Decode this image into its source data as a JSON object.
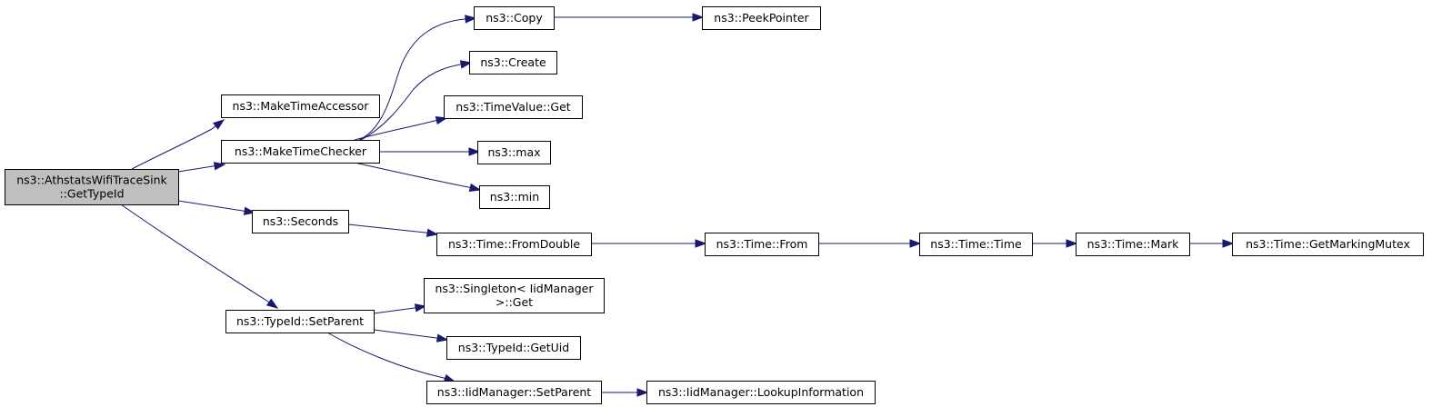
{
  "diagram": {
    "type": "call-graph",
    "colors": {
      "edge": "#191970",
      "node_border": "#000000",
      "node_fill": "#ffffff",
      "root_fill": "#bfbfbf"
    },
    "nodes": [
      {
        "id": "root",
        "lines": [
          "ns3::AthstatsWifiTraceSink",
          "::GetTypeId"
        ],
        "highlighted": true
      },
      {
        "id": "makeTimeAccessor",
        "lines": [
          "ns3::MakeTimeAccessor"
        ]
      },
      {
        "id": "makeTimeChecker",
        "lines": [
          "ns3::MakeTimeChecker"
        ]
      },
      {
        "id": "seconds",
        "lines": [
          "ns3::Seconds"
        ]
      },
      {
        "id": "setParent",
        "lines": [
          "ns3::TypeId::SetParent"
        ]
      },
      {
        "id": "copy",
        "lines": [
          "ns3::Copy"
        ]
      },
      {
        "id": "peekPointer",
        "lines": [
          "ns3::PeekPointer"
        ]
      },
      {
        "id": "create",
        "lines": [
          "ns3::Create"
        ]
      },
      {
        "id": "timeValueGet",
        "lines": [
          "ns3::TimeValue::Get"
        ]
      },
      {
        "id": "max",
        "lines": [
          "ns3::max"
        ]
      },
      {
        "id": "min",
        "lines": [
          "ns3::min"
        ]
      },
      {
        "id": "fromDouble",
        "lines": [
          "ns3::Time::FromDouble"
        ]
      },
      {
        "id": "from",
        "lines": [
          "ns3::Time::From"
        ]
      },
      {
        "id": "timeTime",
        "lines": [
          "ns3::Time::Time"
        ]
      },
      {
        "id": "mark",
        "lines": [
          "ns3::Time::Mark"
        ]
      },
      {
        "id": "getMarkingMutex",
        "lines": [
          "ns3::Time::GetMarkingMutex"
        ]
      },
      {
        "id": "singletonGet",
        "lines": [
          "ns3::Singleton< IidManager",
          ">::Get"
        ]
      },
      {
        "id": "getUid",
        "lines": [
          "ns3::TypeId::GetUid"
        ]
      },
      {
        "id": "iidSetParent",
        "lines": [
          "ns3::IidManager::SetParent"
        ]
      },
      {
        "id": "lookupInformation",
        "lines": [
          "ns3::IidManager::LookupInformation"
        ]
      }
    ],
    "edges": [
      {
        "from": "root",
        "to": "makeTimeAccessor"
      },
      {
        "from": "root",
        "to": "makeTimeChecker"
      },
      {
        "from": "root",
        "to": "seconds"
      },
      {
        "from": "root",
        "to": "setParent"
      },
      {
        "from": "makeTimeChecker",
        "to": "copy"
      },
      {
        "from": "makeTimeChecker",
        "to": "create"
      },
      {
        "from": "makeTimeChecker",
        "to": "timeValueGet"
      },
      {
        "from": "makeTimeChecker",
        "to": "max"
      },
      {
        "from": "makeTimeChecker",
        "to": "min"
      },
      {
        "from": "copy",
        "to": "peekPointer"
      },
      {
        "from": "seconds",
        "to": "fromDouble"
      },
      {
        "from": "fromDouble",
        "to": "from"
      },
      {
        "from": "from",
        "to": "timeTime"
      },
      {
        "from": "timeTime",
        "to": "mark"
      },
      {
        "from": "mark",
        "to": "getMarkingMutex"
      },
      {
        "from": "setParent",
        "to": "singletonGet"
      },
      {
        "from": "setParent",
        "to": "getUid"
      },
      {
        "from": "setParent",
        "to": "iidSetParent"
      },
      {
        "from": "iidSetParent",
        "to": "lookupInformation"
      }
    ]
  }
}
